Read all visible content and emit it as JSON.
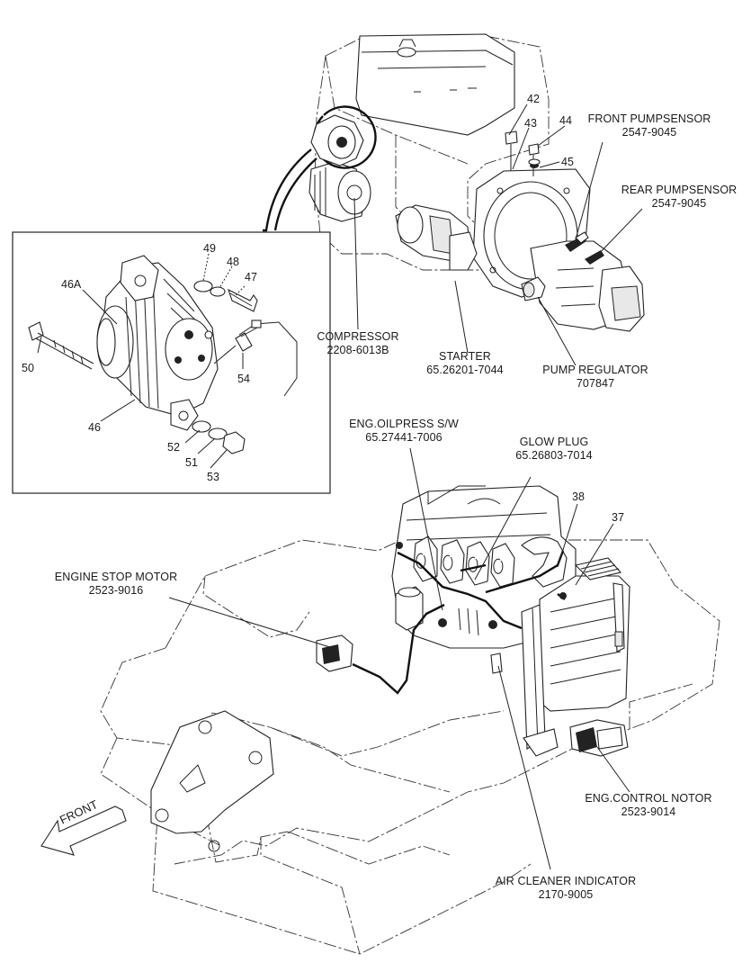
{
  "labels": {
    "compressor": {
      "name": "COMPRESSOR",
      "part": "2208-6013B"
    },
    "starter": {
      "name": "STARTER",
      "part": "65.26201-7044"
    },
    "pump_regulator": {
      "name": "PUMP REGULATOR",
      "part": "707847"
    },
    "front_pumpsensor": {
      "name": "FRONT PUMPSENSOR",
      "part": "2547-9045"
    },
    "rear_pumpsensor": {
      "name": "REAR PUMPSENSOR",
      "part": "2547-9045"
    },
    "eng_oilpress": {
      "name": "ENG.OILPRESS S/W",
      "part": "65.27441-7006"
    },
    "glow_plug": {
      "name": "GLOW PLUG",
      "part": "65.26803-7014"
    },
    "engine_stop_motor": {
      "name": "ENGINE STOP MOTOR",
      "part": "2523-9016"
    },
    "eng_control_motor": {
      "name": "ENG.CONTROL NOTOR",
      "part": "2523-9014"
    },
    "air_cleaner_indicator": {
      "name": "AIR CLEANER INDICATOR",
      "part": "2170-9005"
    }
  },
  "callouts": {
    "c42": "42",
    "c43": "43",
    "c44": "44",
    "c45": "45",
    "c49": "49",
    "c48": "48",
    "c47": "47",
    "c46a": "46A",
    "c50": "50",
    "c54": "54",
    "c46": "46",
    "c52": "52",
    "c51": "51",
    "c53": "53",
    "c38": "38",
    "c37": "37"
  },
  "front_arrow": "FRONT"
}
